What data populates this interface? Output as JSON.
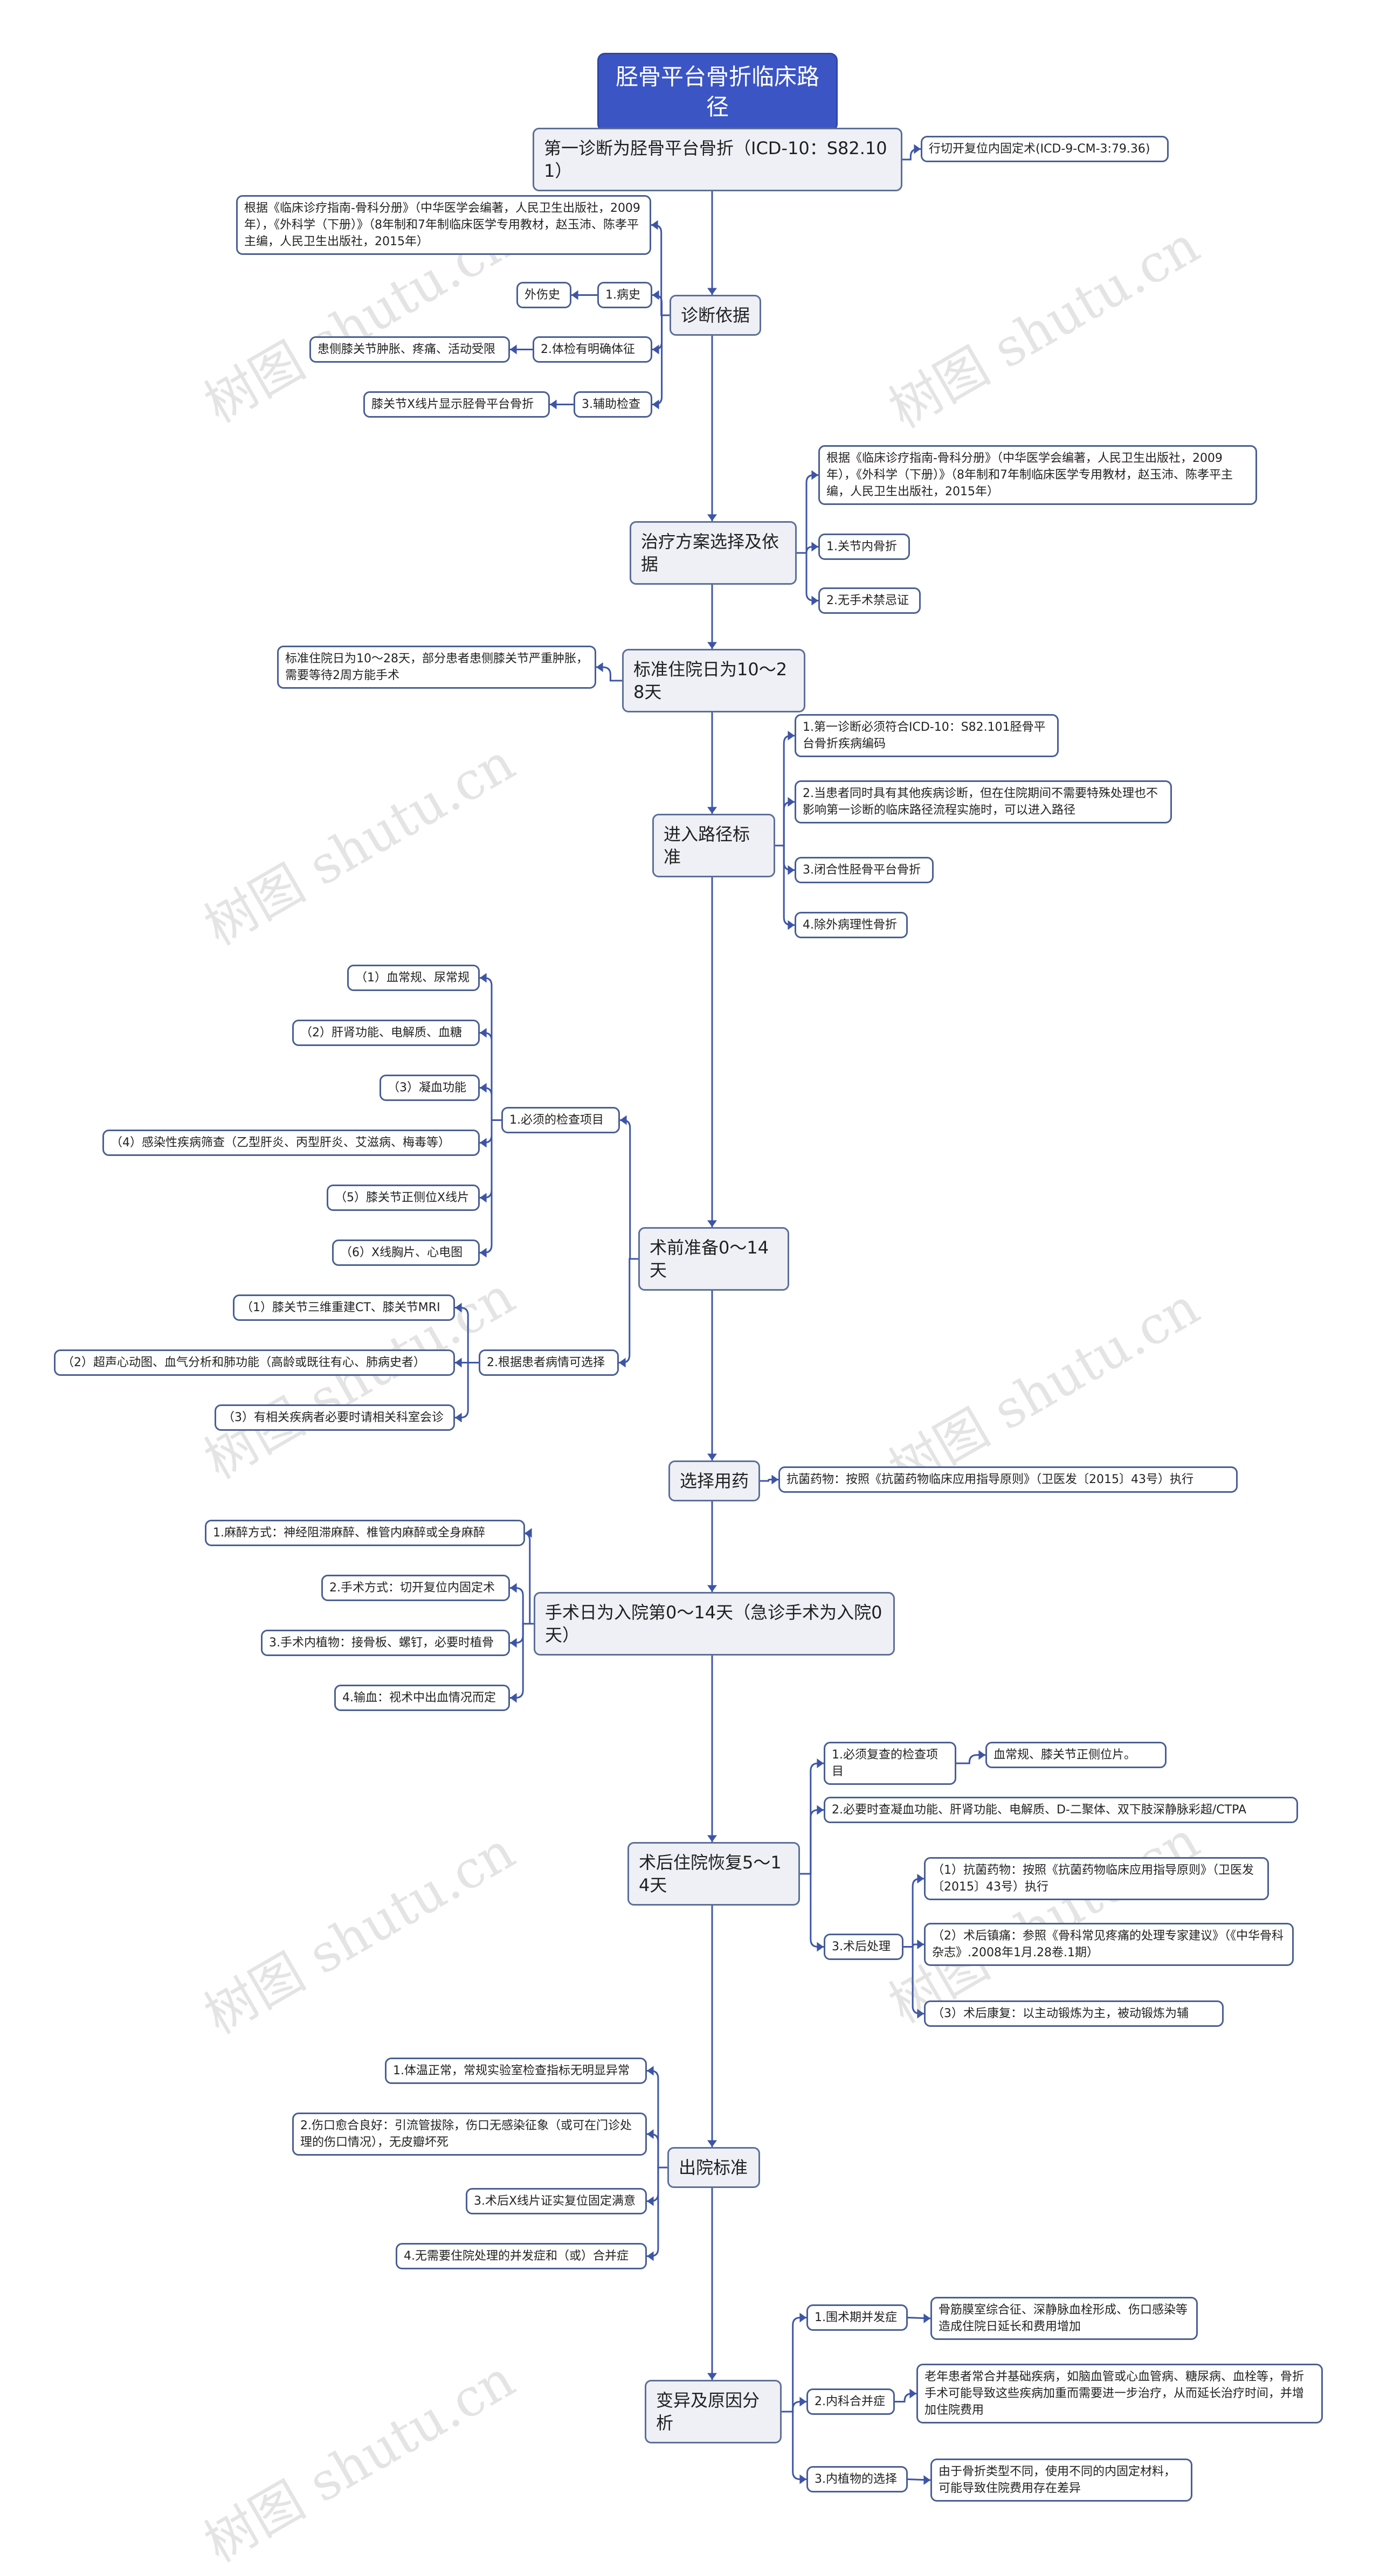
{
  "colors": {
    "root_fill": "#3b55c5",
    "branch_fill": "#eef0f6",
    "line": "#3d55a8",
    "border": "#4a5f93"
  },
  "watermark": "树图 shutu.cn",
  "root": {
    "label": "胫骨平台骨折临床路径"
  },
  "branches": [
    {
      "label": "第一诊断为胫骨平台骨折（ICD-10：S82.101）",
      "children": [
        {
          "label": "行切开复位内固定术(ICD-9-CM-3:79.36)"
        }
      ]
    },
    {
      "label": "诊断依据",
      "children": [
        {
          "label": "根据《临床诊疗指南-骨科分册》（中华医学会编著，人民卫生出版社，2009年），《外科学（下册）》（8年制和7年制临床医学专用教材，赵玉沛、陈孝平主编，人民卫生出版社，2015年）"
        },
        {
          "label": "1.病史",
          "children": [
            {
              "label": "外伤史"
            }
          ]
        },
        {
          "label": "2.体检有明确体征",
          "children": [
            {
              "label": "患侧膝关节肿胀、疼痛、活动受限"
            }
          ]
        },
        {
          "label": "3.辅助检查",
          "children": [
            {
              "label": "膝关节X线片显示胫骨平台骨折"
            }
          ]
        }
      ]
    },
    {
      "label": "治疗方案选择及依据",
      "children": [
        {
          "label": "根据《临床诊疗指南-骨科分册》（中华医学会编著，人民卫生出版社，2009年），《外科学（下册）》（8年制和7年制临床医学专用教材，赵玉沛、陈孝平主编，人民卫生出版社，2015年）"
        },
        {
          "label": "1.关节内骨折"
        },
        {
          "label": "2.无手术禁忌证"
        }
      ]
    },
    {
      "label": "标准住院日为10～28天",
      "children": [
        {
          "label": "标准住院日为10～28天，部分患者患侧膝关节严重肿胀，需要等待2周方能手术"
        }
      ]
    },
    {
      "label": "进入路径标准",
      "children": [
        {
          "label": "1.第一诊断必须符合ICD-10：S82.101胫骨平台骨折疾病编码"
        },
        {
          "label": "2.当患者同时具有其他疾病诊断，但在住院期间不需要特殊处理也不影响第一诊断的临床路径流程实施时，可以进入路径"
        },
        {
          "label": "3.闭合性胫骨平台骨折"
        },
        {
          "label": "4.除外病理性骨折"
        }
      ]
    },
    {
      "label": "术前准备0～14天",
      "children": [
        {
          "label": "1.必须的检查项目",
          "children": [
            {
              "label": "（1）血常规、尿常规"
            },
            {
              "label": "（2）肝肾功能、电解质、血糖"
            },
            {
              "label": "（3）凝血功能"
            },
            {
              "label": "（4）感染性疾病筛查（乙型肝炎、丙型肝炎、艾滋病、梅毒等）"
            },
            {
              "label": "（5）膝关节正侧位X线片"
            },
            {
              "label": "（6）X线胸片、心电图"
            }
          ]
        },
        {
          "label": "2.根据患者病情可选择",
          "children": [
            {
              "label": "（1）膝关节三维重建CT、膝关节MRI"
            },
            {
              "label": "（2）超声心动图、血气分析和肺功能（高龄或既往有心、肺病史者）"
            },
            {
              "label": "（3）有相关疾病者必要时请相关科室会诊"
            }
          ]
        }
      ]
    },
    {
      "label": "选择用药",
      "children": [
        {
          "label": "抗菌药物：按照《抗菌药物临床应用指导原则》（卫医发〔2015〕43号）执行"
        }
      ]
    },
    {
      "label": "手术日为入院第0～14天（急诊手术为入院0天）",
      "children": [
        {
          "label": "1.麻醉方式：神经阻滞麻醉、椎管内麻醉或全身麻醉"
        },
        {
          "label": "2.手术方式：切开复位内固定术"
        },
        {
          "label": "3.手术内植物：接骨板、螺钉，必要时植骨"
        },
        {
          "label": "4.输血：视术中出血情况而定"
        }
      ]
    },
    {
      "label": "术后住院恢复5～14天",
      "children": [
        {
          "label": "1.必须复查的检查项目",
          "children": [
            {
              "label": "血常规、膝关节正侧位片。"
            }
          ]
        },
        {
          "label": "2.必要时查凝血功能、肝肾功能、电解质、D-二聚体、双下肢深静脉彩超/CTPA"
        },
        {
          "label": "3.术后处理",
          "children": [
            {
              "label": "（1）抗菌药物：按照《抗菌药物临床应用指导原则》（卫医发〔2015〕43号）执行"
            },
            {
              "label": "（2）术后镇痛：参照《骨科常见疼痛的处理专家建议》（《中华骨科杂志》.2008年1月.28卷.1期）"
            },
            {
              "label": "（3）术后康复：以主动锻炼为主，被动锻炼为辅"
            }
          ]
        }
      ]
    },
    {
      "label": "出院标准",
      "children": [
        {
          "label": "1.体温正常，常规实验室检查指标无明显异常"
        },
        {
          "label": "2.伤口愈合良好：引流管拔除，伤口无感染征象（或可在门诊处理的伤口情况），无皮瓣坏死"
        },
        {
          "label": "3.术后X线片证实复位固定满意"
        },
        {
          "label": "4.无需要住院处理的并发症和（或）合并症"
        }
      ]
    },
    {
      "label": "变异及原因分析",
      "children": [
        {
          "label": "1.围术期并发症",
          "children": [
            {
              "label": "骨筋膜室综合征、深静脉血栓形成、伤口感染等造成住院日延长和费用增加"
            }
          ]
        },
        {
          "label": "2.内科合并症",
          "children": [
            {
              "label": "老年患者常合并基础疾病，如脑血管或心血管病、糖尿病、血栓等，骨折手术可能导致这些疾病加重而需要进一步治疗，从而延长治疗时间，并增加住院费用"
            }
          ]
        },
        {
          "label": "3.内植物的选择",
          "children": [
            {
              "label": "由于骨折类型不同，使用不同的内固定材料，可能导致住院费用存在差异"
            }
          ]
        }
      ]
    }
  ]
}
